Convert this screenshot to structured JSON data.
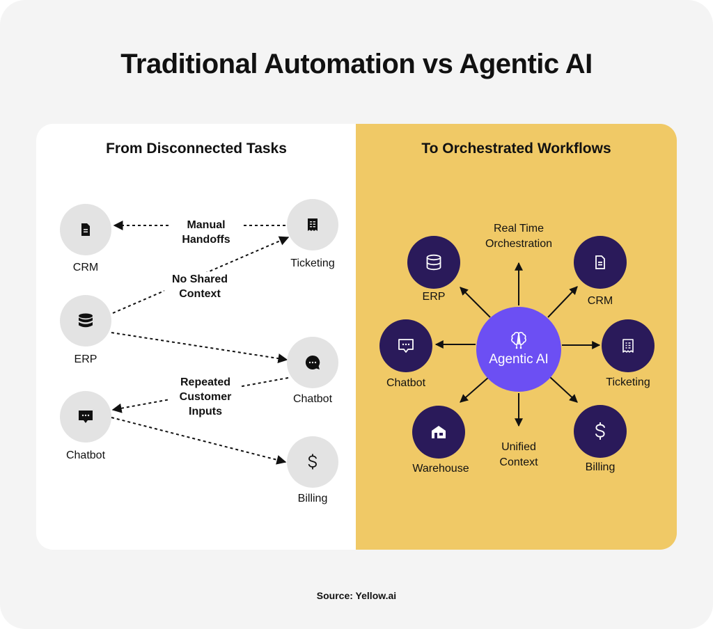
{
  "title": "Traditional Automation vs Agentic AI",
  "left_panel": {
    "heading": "From Disconnected Tasks",
    "nodes": {
      "crm": "CRM",
      "erp": "ERP",
      "chatbot_left": "Chatbot",
      "ticketing": "Ticketing",
      "chatbot_right": "Chatbot",
      "billing": "Billing"
    },
    "edge_labels": {
      "manual_handoffs": "Manual Handoffs",
      "no_shared_context": "No Shared Context",
      "repeated_inputs": "Repeated Customer Inputs"
    }
  },
  "right_panel": {
    "heading": "To Orchestrated Workflows",
    "hub": "Agentic AI",
    "nodes": {
      "erp": "ERP",
      "crm": "CRM",
      "chatbot": "Chatbot",
      "ticketing": "Ticketing",
      "warehouse": "Warehouse",
      "billing": "Billing"
    },
    "top_label": "Real Time Orchestration",
    "bottom_label": "Unified Context"
  },
  "source": "Source: Yellow.ai",
  "colors": {
    "background": "#f4f4f4",
    "left_panel": "#ffffff",
    "right_panel": "#f0c966",
    "gray_node": "#e3e3e3",
    "dark_node": "#2a1a5a",
    "hub": "#6c4ff3"
  }
}
